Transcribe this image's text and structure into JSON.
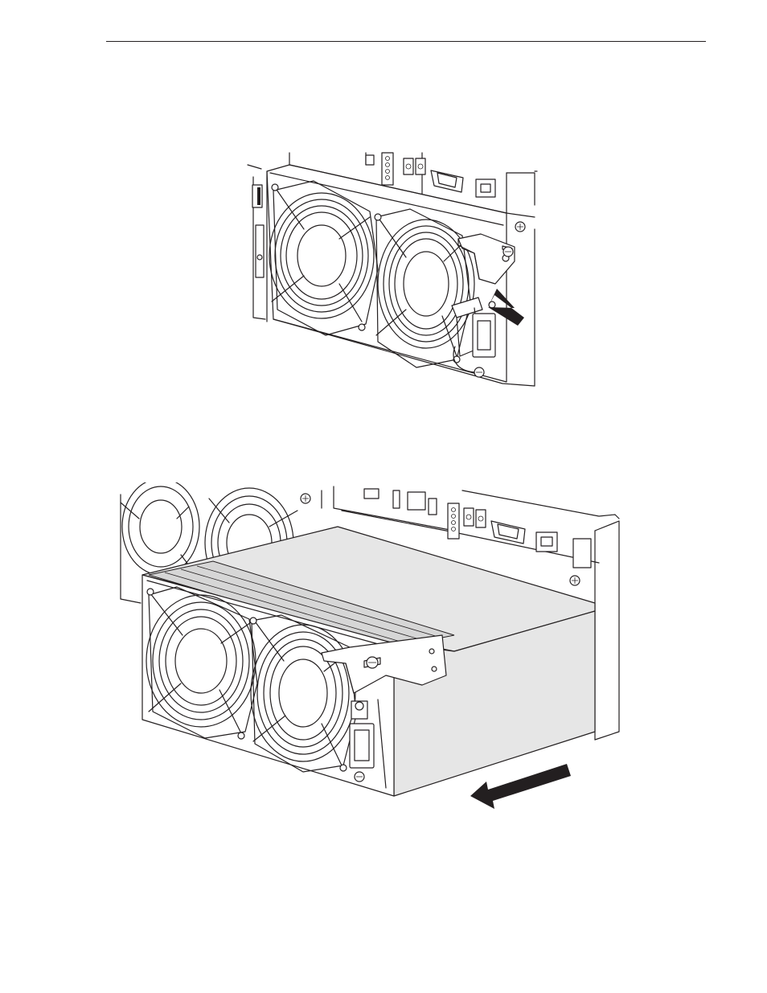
{
  "page": {
    "background": "#ffffff",
    "rule_color": "#231f20"
  },
  "figures": [
    {
      "id": "fig-top",
      "depicts": "power-supply-release-latch",
      "arrow_icon": "press-arrow-icon",
      "shade_color": "#e6e6e6"
    },
    {
      "id": "fig-bottom",
      "depicts": "power-supply-removal",
      "arrow_icon": "pull-out-arrow-icon",
      "shade_color": "#e6e6e6"
    }
  ]
}
